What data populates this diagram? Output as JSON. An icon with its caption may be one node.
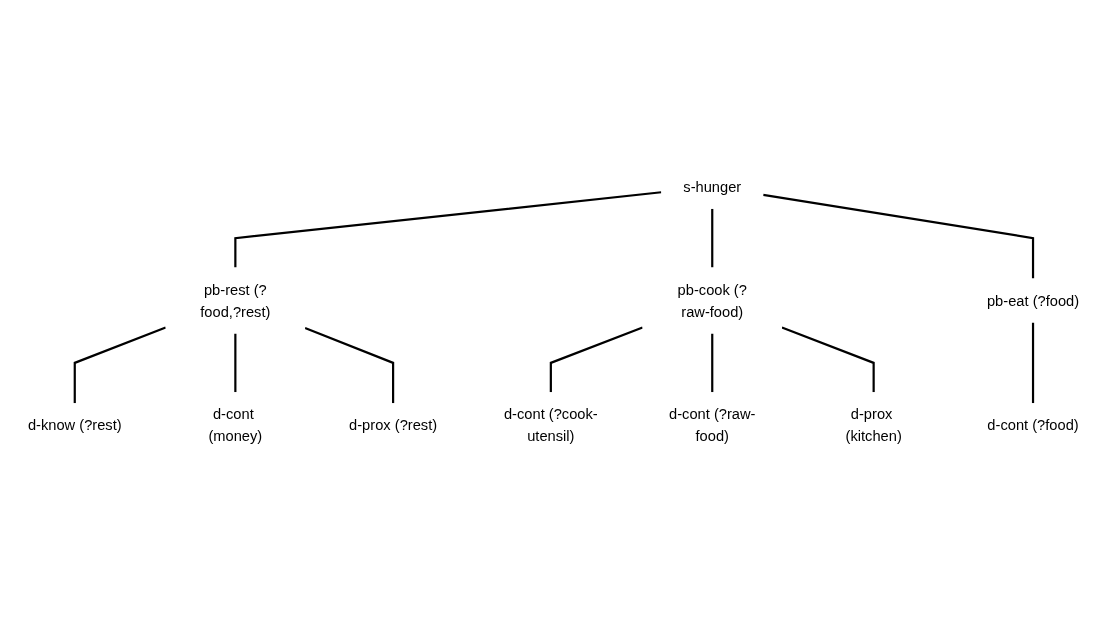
{
  "diagram": {
    "nodes": [
      {
        "text": [
          "s-hunger"
        ]
      },
      {
        "text": [
          "pb-rest (?food,?rest)"
        ]
      },
      {
        "text": [
          "pb-cook (?raw-food)"
        ]
      },
      {
        "text": [
          "pb-eat (?food)"
        ]
      },
      {
        "text": [
          "d-know (?rest)"
        ]
      },
      {
        "text": [
          "d-cont (money)"
        ]
      },
      {
        "text": [
          "d-prox (?rest)"
        ]
      },
      {
        "text": [
          "d-cont (?food)"
        ]
      },
      {
        "text": [
          "d-cont (?cook-utensil)"
        ]
      },
      {
        "text": [
          "d-cont (?raw-food)"
        ]
      },
      {
        "text": [
          "d-prox (kitchen)"
        ]
      }
    ],
    "edges": [
      {
        "from": 0,
        "to": 1,
        "arrow": "none"
      },
      {
        "from": 0,
        "to": 2,
        "arrow": "none"
      },
      {
        "from": 0,
        "to": 3,
        "arrow": "none"
      },
      {
        "from": 1,
        "to": 4,
        "arrow": "none"
      },
      {
        "from": 1,
        "to": 5,
        "arrow": "none"
      },
      {
        "from": 1,
        "to": 6,
        "arrow": "none"
      },
      {
        "from": 3,
        "to": 7,
        "arrow": "none"
      },
      {
        "from": 2,
        "to": 8,
        "arrow": "none"
      },
      {
        "from": 2,
        "to": 9,
        "arrow": "none"
      },
      {
        "from": 2,
        "to": 10,
        "arrow": "none"
      }
    ]
  }
}
